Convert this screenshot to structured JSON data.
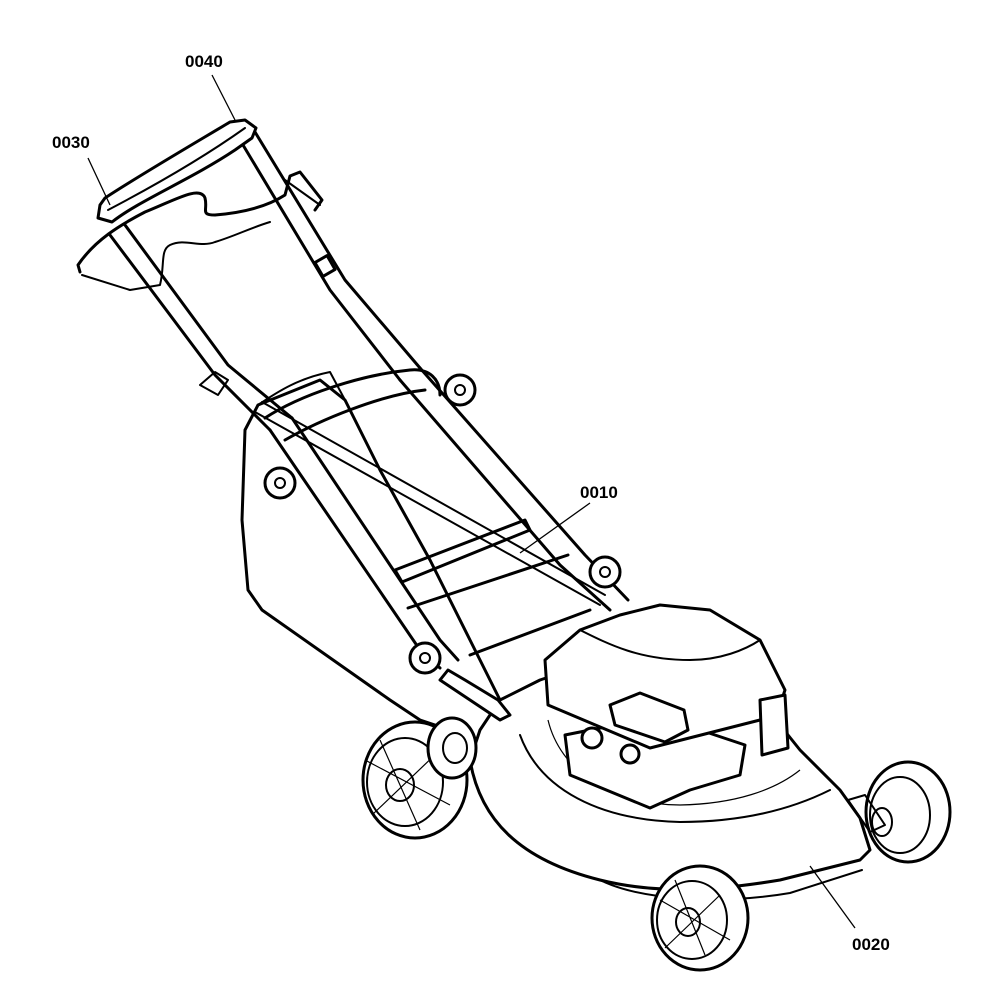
{
  "diagram": {
    "callouts": [
      {
        "id": "0010",
        "label": "0010",
        "part": "deck-handle-frame"
      },
      {
        "id": "0020",
        "label": "0020",
        "part": "mower-deck"
      },
      {
        "id": "0030",
        "label": "0030",
        "part": "control-bail"
      },
      {
        "id": "0040",
        "label": "0040",
        "part": "upper-handle-grip"
      }
    ]
  }
}
